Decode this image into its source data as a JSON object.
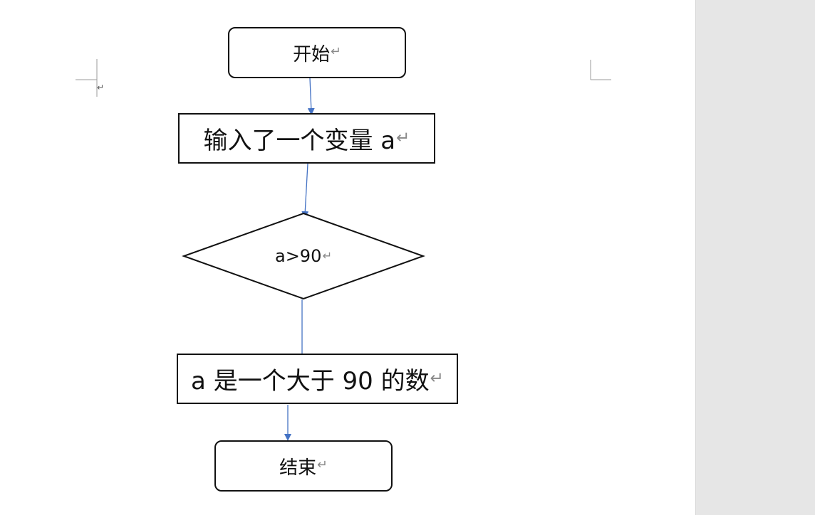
{
  "document": {
    "paragraph_mark": "↵"
  },
  "flowchart": {
    "start": "开始",
    "input": "输入了一个变量 a",
    "decision": "a>90",
    "process": "a 是一个大于 90 的数",
    "end": "结束"
  },
  "colors": {
    "connector": "#4472c4",
    "outline": "#111111",
    "margin_marker": "#9b9b9b"
  }
}
